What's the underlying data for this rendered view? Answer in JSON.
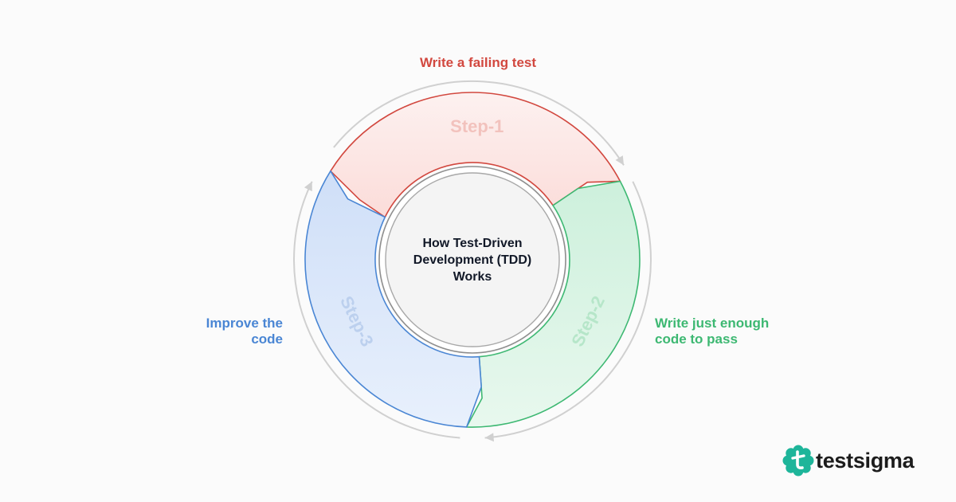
{
  "center": {
    "lines": [
      "How Test-Driven",
      "Development (TDD)",
      "Works"
    ]
  },
  "steps": [
    {
      "label": "Step-1",
      "caption_lines": [
        "Write a failing test"
      ],
      "stroke": "#d2483f",
      "fill_light": "#fdf1f0",
      "fill_dark": "#fbdcd9",
      "text_color": "#f2c2bd"
    },
    {
      "label": "Step-2",
      "caption_lines": [
        "Write just enough",
        "code to pass"
      ],
      "stroke": "#3db872",
      "fill_light": "#e8f8ee",
      "fill_dark": "#cdf0dc",
      "text_color": "#b6e6c9"
    },
    {
      "label": "Step-3",
      "caption_lines": [
        "Improve the",
        "code"
      ],
      "stroke": "#4a86d4",
      "fill_light": "#e8f0fc",
      "fill_dark": "#cfdff8",
      "text_color": "#bcd0ee"
    }
  ],
  "caption_colors": [
    "#d2483f",
    "#3db872",
    "#4a86d4"
  ],
  "arrow_color": "#d0d0d0",
  "brand": {
    "name": "testsigma",
    "icon": "testsigma-logo-icon",
    "icon_color": "#1eb59a",
    "text_color": "#1c1c1c"
  }
}
